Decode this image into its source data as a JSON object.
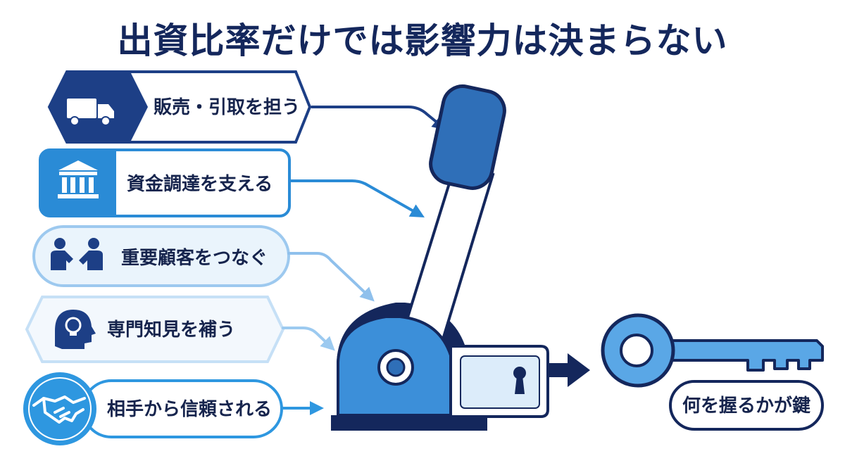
{
  "title": "出資比率だけでは影響力は決まらない",
  "items": [
    {
      "label": "販売・引取を担う",
      "icon": "truck-icon",
      "color": "#1d3f86"
    },
    {
      "label": "資金調達を支える",
      "icon": "bank-icon",
      "color": "#2a8bd6"
    },
    {
      "label": "重要顧客をつなぐ",
      "icon": "people-connect-icon",
      "color": "#9dc9ef"
    },
    {
      "label": "専門知見を補う",
      "icon": "lightbulb-head-icon",
      "color": "#c6e0f6"
    },
    {
      "label": "相手から信頼される",
      "icon": "handshake-icon",
      "color": "#2e97e0"
    }
  ],
  "key_label": "何を握るかが鍵",
  "colors": {
    "navy": "#14275c",
    "blue": "#2f6fb8",
    "light": "#5aa7e6"
  }
}
